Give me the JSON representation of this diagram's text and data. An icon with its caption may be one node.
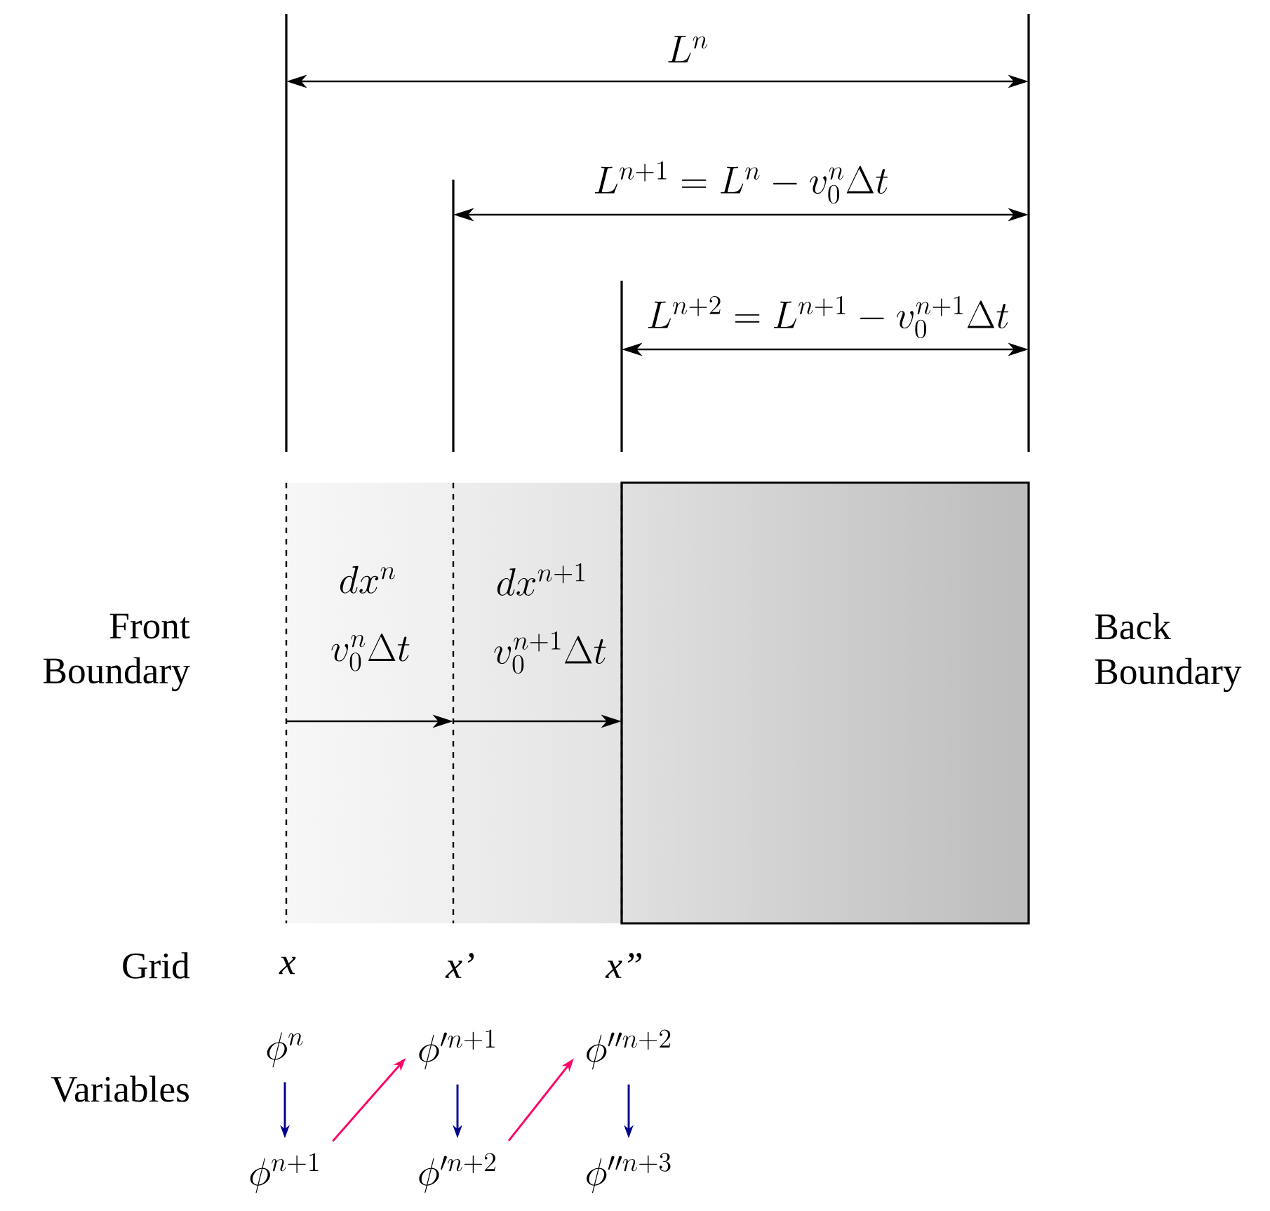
{
  "diagram": {
    "nodes": [
      {
        "text": [
          "\\phi^{n}"
        ]
      },
      {
        "text": [
          "\\phi'^{n+1}"
        ]
      },
      {
        "text": [
          "\\phi''^{n+2}"
        ]
      },
      {
        "text": [
          "\\phi^{n+1}"
        ]
      },
      {
        "text": [
          "\\phi'^{n+2}"
        ]
      },
      {
        "text": [
          "\\phi''^{n+3}"
        ]
      }
    ],
    "edges": [
      {
        "from": 0,
        "to": 3,
        "arrow": "to"
      },
      {
        "from": 3,
        "to": 1,
        "arrow": "to",
        "color": "#ff0066"
      },
      {
        "from": 1,
        "to": 4,
        "arrow": "to"
      },
      {
        "from": 4,
        "to": 2,
        "arrow": "to",
        "color": "#ff0066"
      },
      {
        "from": 2,
        "to": 5,
        "arrow": "to"
      }
    ],
    "labels": [
      "L^{n}",
      "L^{n+1} = L^{n} - v_0^{n}\\Delta t",
      "L^{n+2} = L^{n+1} - v_0^{n+1}\\Delta t",
      "dx^{n}",
      "dx^{n+1}",
      "Front Boundary",
      "v_0^{n}\\Delta t",
      "v_0^{n+1}\\Delta t",
      "Back Boundary",
      "Grid",
      "x",
      "x’",
      "x”",
      "Variables"
    ]
  }
}
